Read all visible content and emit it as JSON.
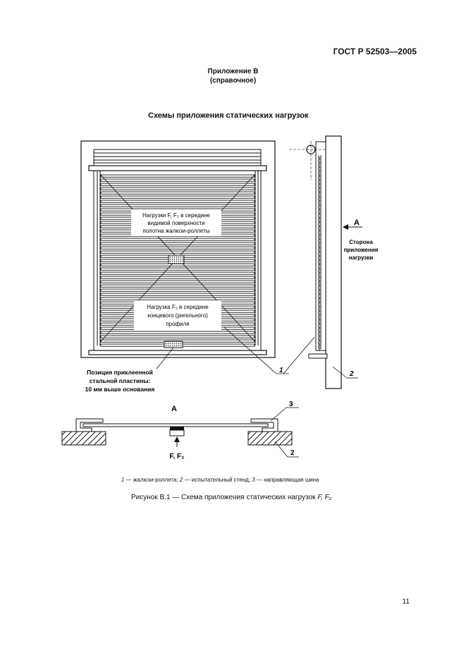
{
  "header": {
    "doc_id": "ГОСТ Р 52503—2005"
  },
  "appendix": {
    "title": "Приложение В",
    "subtitle": "(справочное)"
  },
  "scheme": {
    "title": "Схемы приложения статических нагрузок",
    "label_load_center_l1": "Нагрузки F, F₂ в середине",
    "label_load_center_l2": "видимой поверхности",
    "label_load_center_l3": "полотна жалюзи-роллеты",
    "label_load_end_l1": "Нагрузка F₂ в середине",
    "label_load_end_l2": "концевого (ригельного)",
    "label_load_end_l3": "профиля",
    "label_plate_l1": "Позиция приклеенной",
    "label_plate_l2": "стальной пластины:",
    "label_plate_l3": "10 мм выше основания",
    "label_view_arrow": "А",
    "label_side_l1": "Сторона",
    "label_side_l2": "приложения",
    "label_side_l3": "нагрузки",
    "callout_1": "1",
    "callout_2": "2",
    "callout_3": "3",
    "section_label": "А",
    "section_force": "F, F₂"
  },
  "legend": {
    "n1": "1",
    "t1": " — жалюзи-роллета; ",
    "n2": "2",
    "t2": " — испытательный стенд; ",
    "n3": "3",
    "t3": " — направляющая шина"
  },
  "figure_caption": {
    "text": "Рисунок В.1 — Схема приложения статических нагрузок ",
    "vars": "F, F₂"
  },
  "page_number": "11"
}
